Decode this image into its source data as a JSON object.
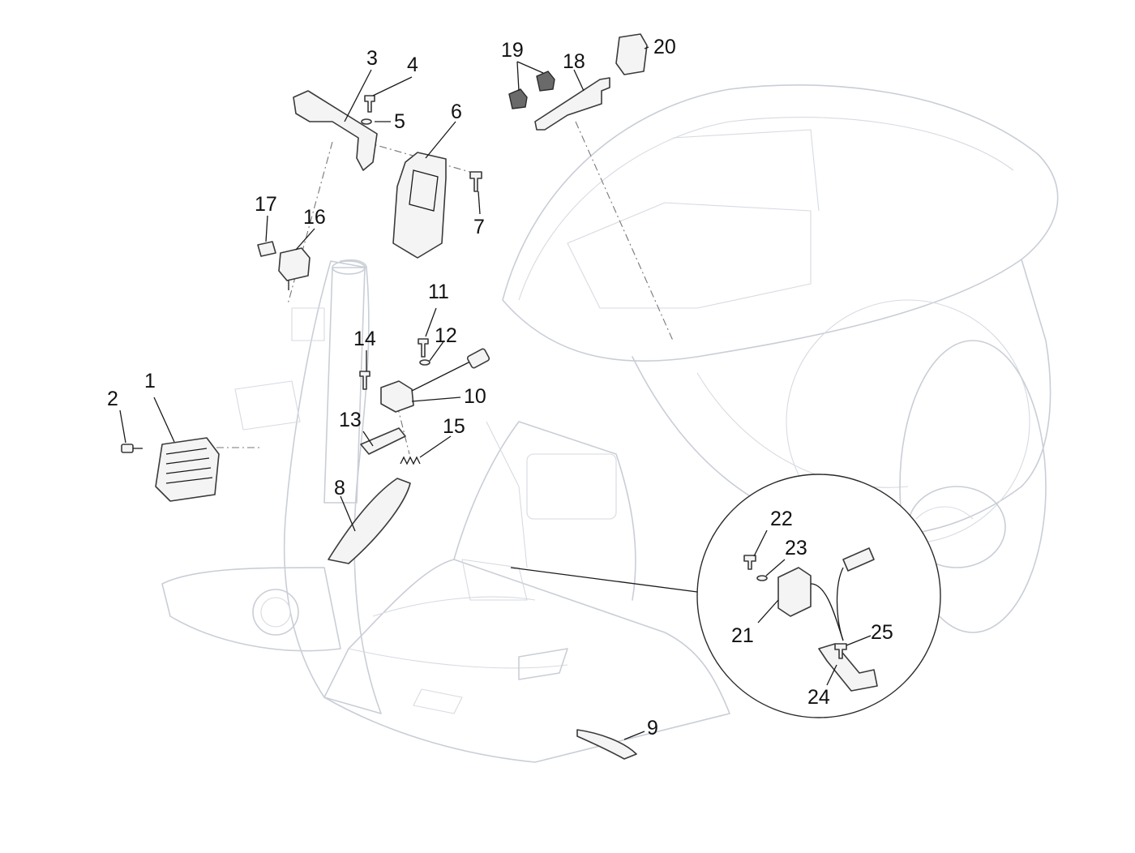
{
  "callouts": [
    "1",
    "2",
    "3",
    "4",
    "5",
    "6",
    "7",
    "8",
    "9",
    "10",
    "11",
    "12",
    "13",
    "14",
    "15",
    "16",
    "17",
    "18",
    "19",
    "20",
    "21",
    "22",
    "23",
    "24",
    "25"
  ],
  "colors": {
    "ghost_outline": "#c9ced6",
    "part_outline": "#3a3a3a",
    "label_text": "#111111"
  }
}
